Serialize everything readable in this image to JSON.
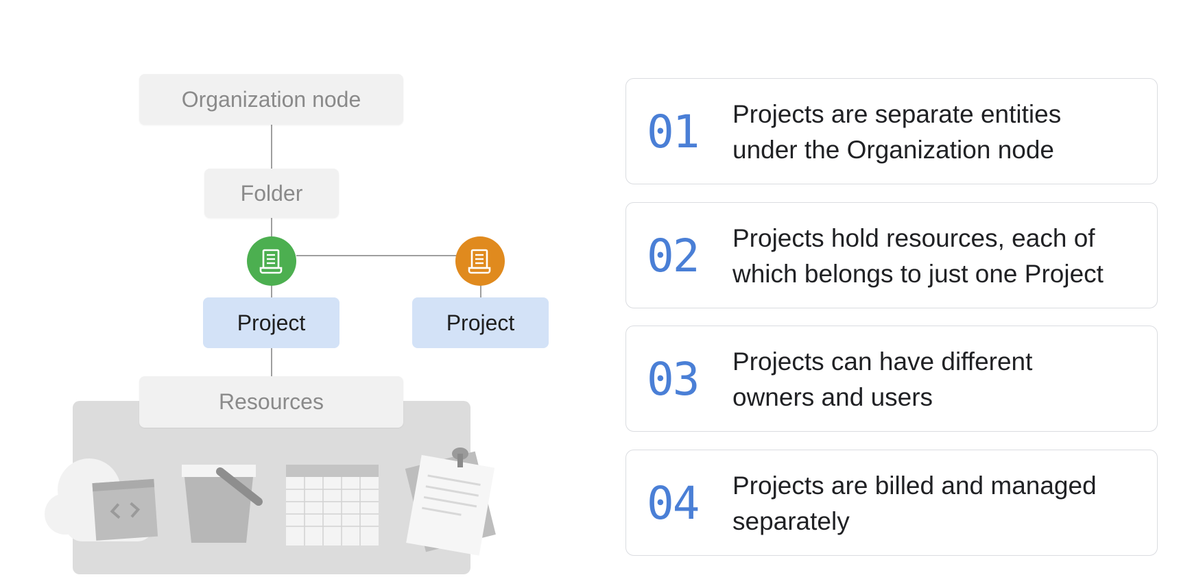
{
  "diagram": {
    "organization_label": "Organization node",
    "folder_label": "Folder",
    "project_left_label": "Project",
    "project_right_label": "Project",
    "resources_label": "Resources",
    "colors": {
      "project_left_icon": "#4caf50",
      "project_right_icon": "#e08a1e",
      "project_box": "#d3e2f7",
      "neutral_box": "#f1f1f1"
    },
    "icons": [
      "receipt-icon",
      "receipt-icon",
      "cloud-icon",
      "code-window-icon",
      "bucket-icon",
      "table-grid-icon",
      "document-pin-icon"
    ]
  },
  "cards": [
    {
      "number": "01",
      "line1": "Projects are separate entities",
      "line2": "under the Organization node"
    },
    {
      "number": "02",
      "line1": "Projects hold resources, each of",
      "line2": "which belongs to just one Project"
    },
    {
      "number": "03",
      "line1": "Projects can have different",
      "line2": "owners and users"
    },
    {
      "number": "04",
      "line1": "Projects are billed and managed",
      "line2": "separately"
    }
  ]
}
